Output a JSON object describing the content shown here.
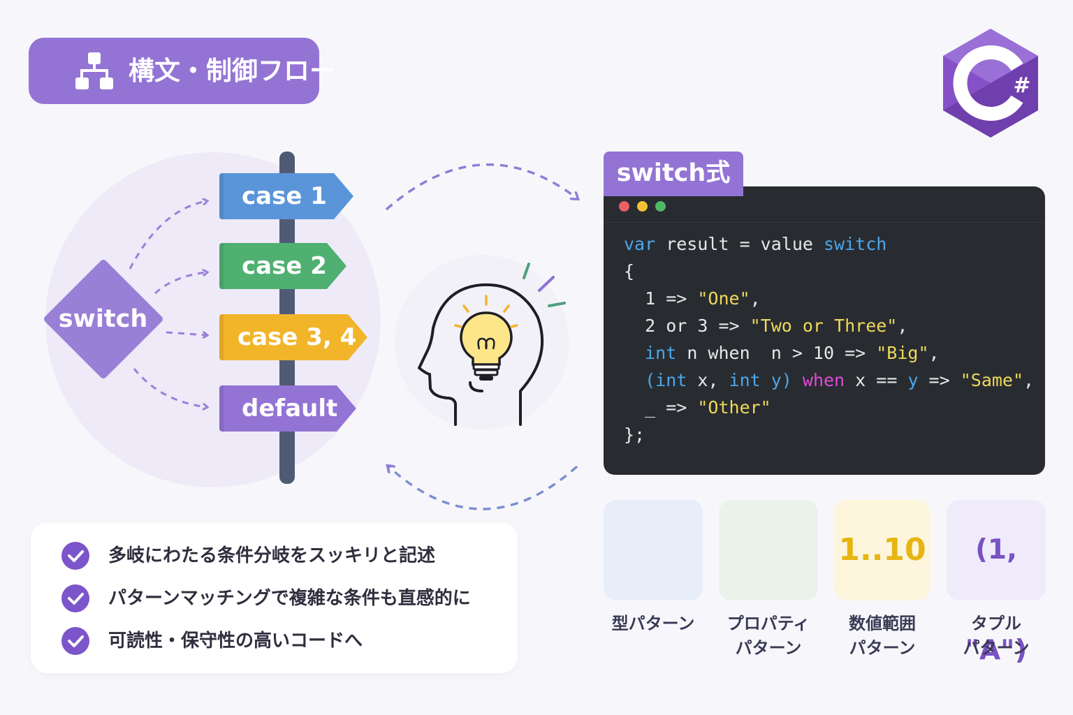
{
  "title": "構文・制御フロー",
  "switch_label": "switch",
  "signs": [
    {
      "label": "case 1",
      "color": "#5b95d9"
    },
    {
      "label": "case 2",
      "color": "#4fb071"
    },
    {
      "label": "case 3, 4",
      "color": "#f2b52a"
    },
    {
      "label": "default",
      "color": "#9374d4"
    }
  ],
  "code_tab": "switch式",
  "code": {
    "l1_kw1": "var",
    "l1_mid": " result = value ",
    "l1_kw2": "switch",
    "l2": "{",
    "l3_a": "  1 => ",
    "l3_s": "\"One\"",
    "l3_b": ",",
    "l4_a": "  2 or 3 => ",
    "l4_s": "\"Two or Three\"",
    "l4_b": ",",
    "l5_kw": "  int",
    "l5_a": " n when  n > 10 => ",
    "l5_s": "\"Big\"",
    "l5_b": ",",
    "l6_a": "  (",
    "l6_kw1": "int",
    "l6_b": " x, ",
    "l6_kw2": "int",
    "l6_c": " y) ",
    "l6_pk": "when",
    "l6_d": " x == ",
    "l6_kw3": "y",
    "l6_e": " => ",
    "l6_s": "\"Same\"",
    "l6_f": ",",
    "l7_a": "  _ => ",
    "l7_s": "\"Other\"",
    "l8": "};"
  },
  "cards": {
    "range_text": "1..10",
    "tuple_text": "(1, \"A\")",
    "labels": [
      {
        "l1": "型パターン",
        "l2": ""
      },
      {
        "l1": "プロパティ",
        "l2": "パターン"
      },
      {
        "l1": "数値範囲",
        "l2": "パターン"
      },
      {
        "l1": "タプル",
        "l2": "パターン"
      }
    ]
  },
  "checklist": [
    "多岐にわたる条件分岐をスッキリと記述",
    "パターンマッチングで複雑な条件も直感的に",
    "可読性・保守性の高いコードへ"
  ],
  "icons": [
    "hierarchy-icon",
    "csharp-logo",
    "head-lightbulb-icon",
    "user-icon",
    "check-icon"
  ],
  "colors": {
    "accent": "#9374d4",
    "code_bg": "#282c31"
  }
}
